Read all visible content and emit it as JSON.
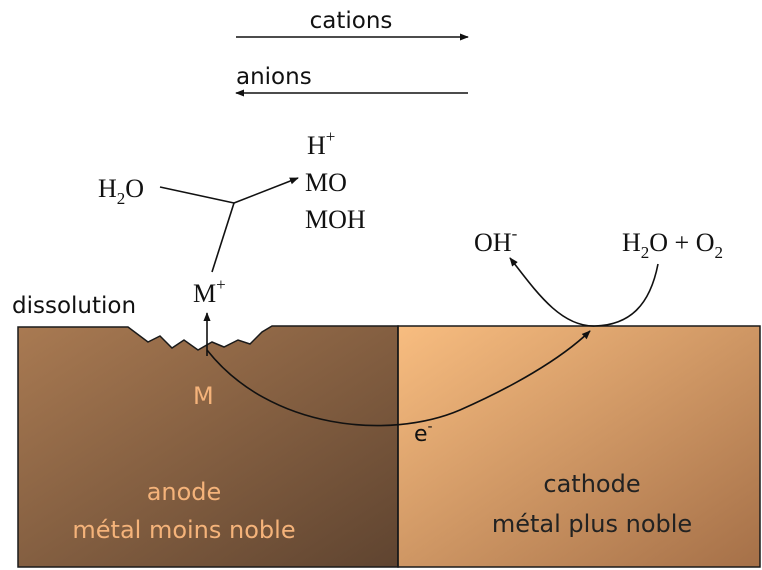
{
  "top_arrows": {
    "cations": "cations",
    "anions": "anions"
  },
  "reaction": {
    "water_main": "H",
    "water_sub": "2",
    "water_tail": "O",
    "h_plus_main": "H",
    "h_plus_sup": "+",
    "mo": "MO",
    "moh": "MOH",
    "m_plus_main": "M",
    "m_plus_sup": "+",
    "dissolution": "dissolution",
    "metal_atom": "M"
  },
  "cathode_reaction": {
    "oh_main": "OH",
    "oh_sup": "-",
    "h2o_main": "H",
    "h2o_sub": "2",
    "h2o_tail": "O + O",
    "o2_sub": "2"
  },
  "electron": {
    "e_main": "e",
    "e_sup": "-"
  },
  "anode": {
    "line1": "anode",
    "line2": "métal moins noble",
    "text_color": "#f5b37a"
  },
  "cathode": {
    "line1": "cathode",
    "line2": "métal plus noble",
    "text_color": "#222222"
  },
  "colors": {
    "anode_light": "#a97a52",
    "anode_dark": "#5f4430",
    "cathode_light": "#f8bd80",
    "cathode_dark": "#a57048",
    "ink": "#111111"
  }
}
